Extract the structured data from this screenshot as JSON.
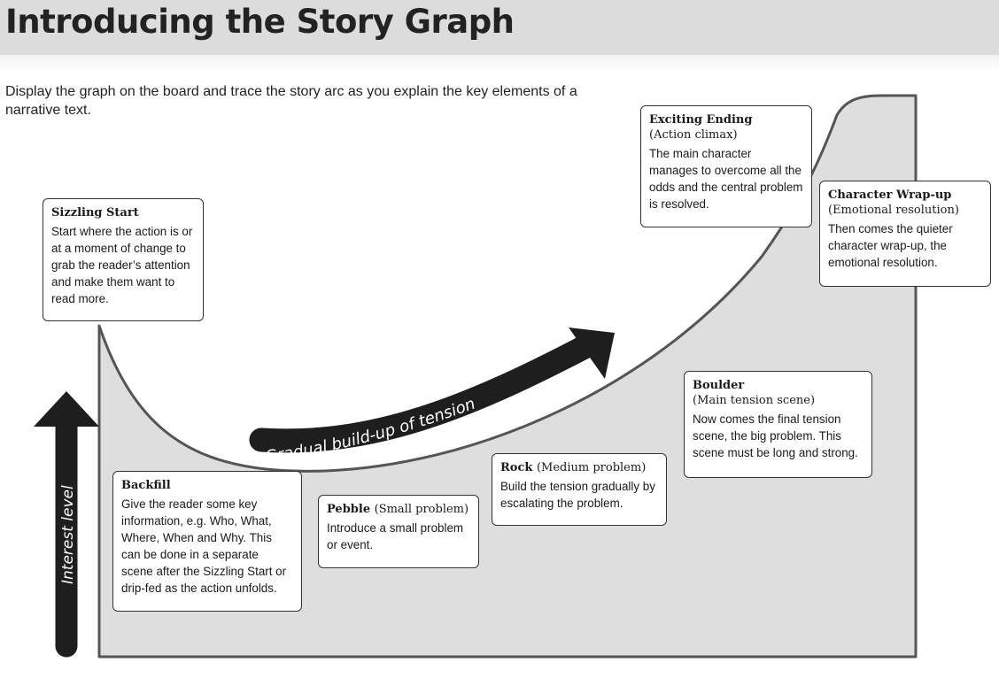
{
  "header": {
    "title": "Introducing the Story Graph"
  },
  "intro": "Display the graph on the board and trace the story arc as you explain the key elements of a narrative text.",
  "axis_label": "Interest level",
  "tension_label": "Gradual build-up of tension",
  "stages": {
    "sizzling_start": {
      "title": "Sizzling Start",
      "subtitle": "",
      "text": "Start where the action is or at a moment of change to grab the reader’s attention and make them want to read more."
    },
    "backfill": {
      "title": "Backfill",
      "subtitle": "",
      "text": "Give the reader some key information, e.g. Who, What, Where, When and Why. This can be done in a separate scene after the Sizzling Start or drip-fed as the action unfolds."
    },
    "pebble": {
      "title": "Pebble",
      "subtitle": "(Small problem)",
      "text": "Introduce a small problem or event."
    },
    "rock": {
      "title": "Rock",
      "subtitle": "(Medium problem)",
      "text": "Build the tension gradually by escalating the problem."
    },
    "boulder": {
      "title": "Boulder",
      "subtitle": "(Main tension scene)",
      "text": "Now comes the final tension scene, the big problem. This scene must be long and strong."
    },
    "exciting_ending": {
      "title": "Exciting Ending",
      "subtitle": "(Action climax)",
      "text": "The main character manages to overcome all the odds and the central problem is resolved."
    },
    "wrap_up": {
      "title": "Character Wrap-up",
      "subtitle": "(Emotional resolution)",
      "text": "Then comes the quieter character wrap-up, the emotional resolution."
    }
  },
  "colors": {
    "title_band": "#dcdcdc",
    "graph_fill": "#dedede",
    "arrow": "#1e1e1e",
    "outline": "#555555"
  }
}
